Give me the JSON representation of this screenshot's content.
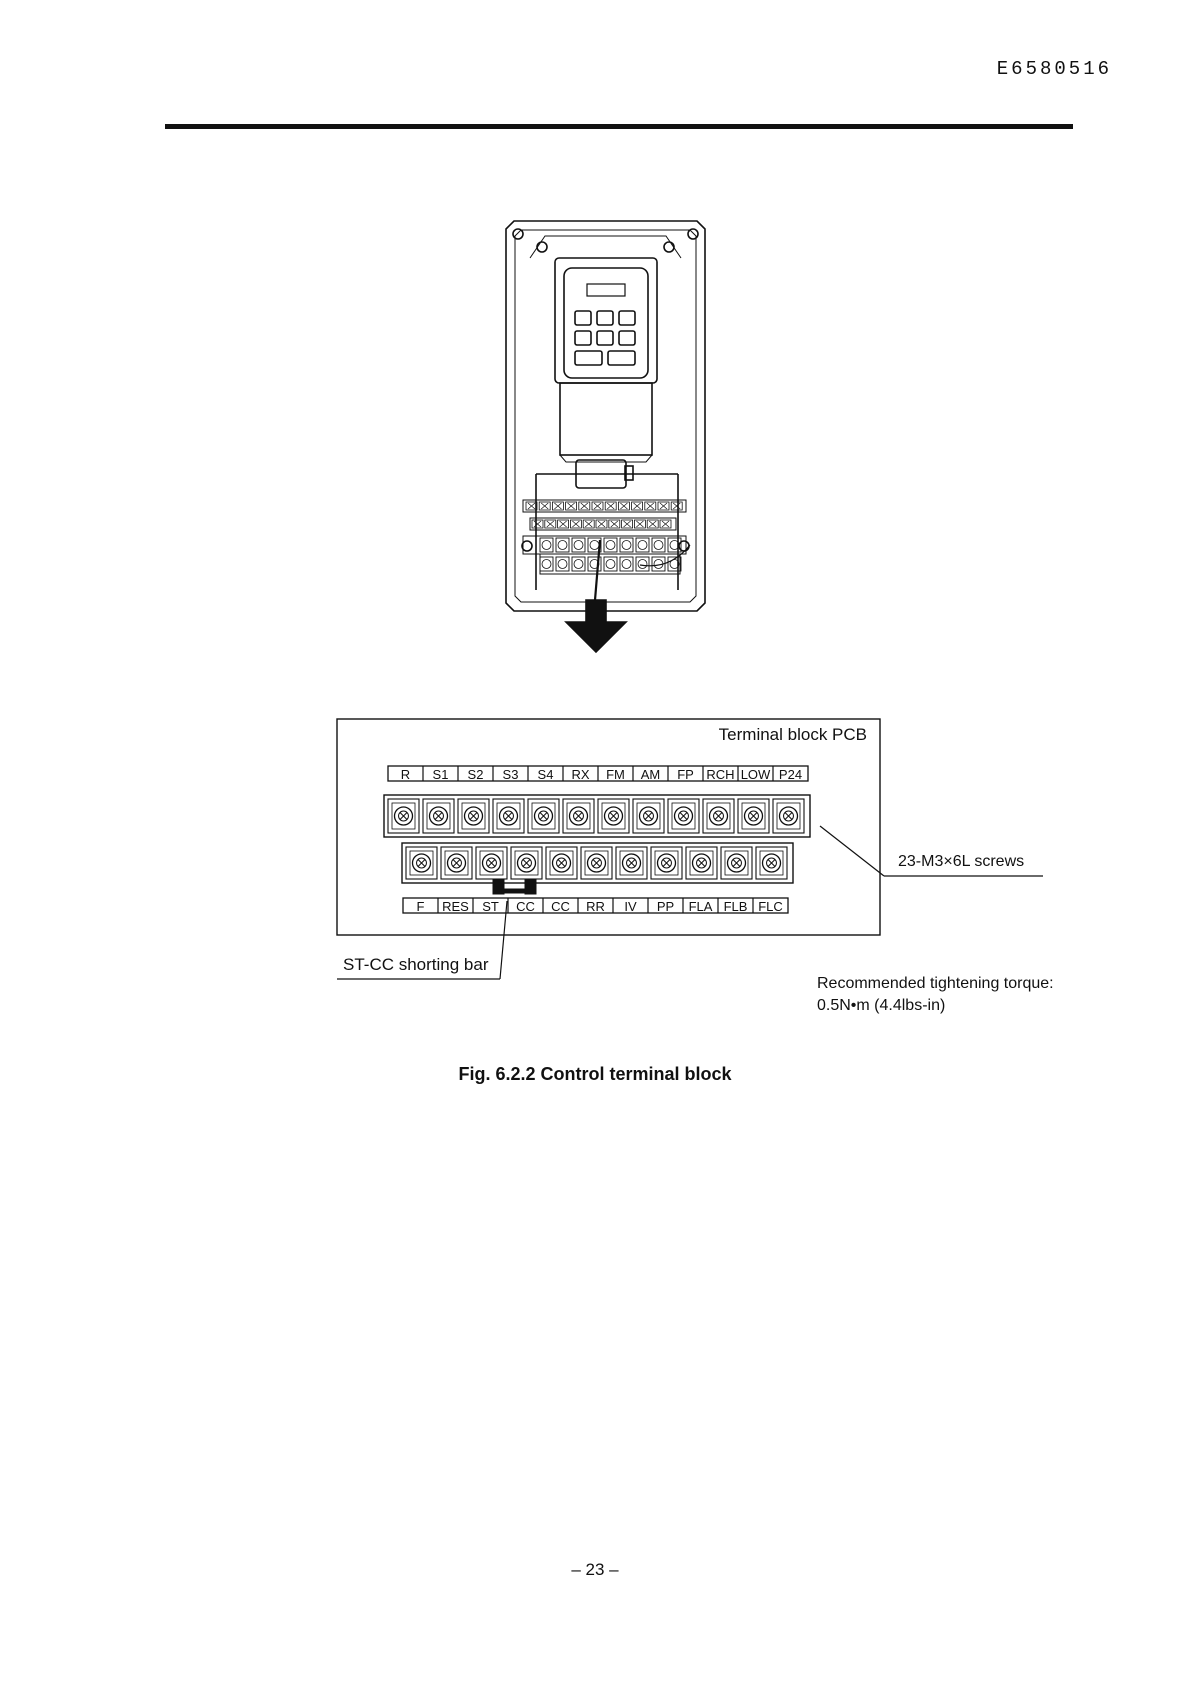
{
  "header": {
    "doc_code": "E6580516"
  },
  "figure": {
    "pcb_title": "Terminal block PCB",
    "top_row_labels": [
      "R",
      "S1",
      "S2",
      "S3",
      "S4",
      "RX",
      "FM",
      "AM",
      "FP",
      "RCH",
      "LOW",
      "P24"
    ],
    "bottom_row_labels": [
      "F",
      "RES",
      "ST",
      "CC",
      "CC",
      "RR",
      "IV",
      "PP",
      "FLA",
      "FLB",
      "FLC"
    ],
    "screws_label": "23-M3×6L screws",
    "shorting_bar_label": "ST-CC shorting bar",
    "torque_label": "Recommended tightening torque:",
    "torque_value": "0.5N•m (4.4lbs-in)",
    "caption": "Fig. 6.2.2  Control terminal block"
  },
  "footer": {
    "page_number": "– 23 –"
  }
}
